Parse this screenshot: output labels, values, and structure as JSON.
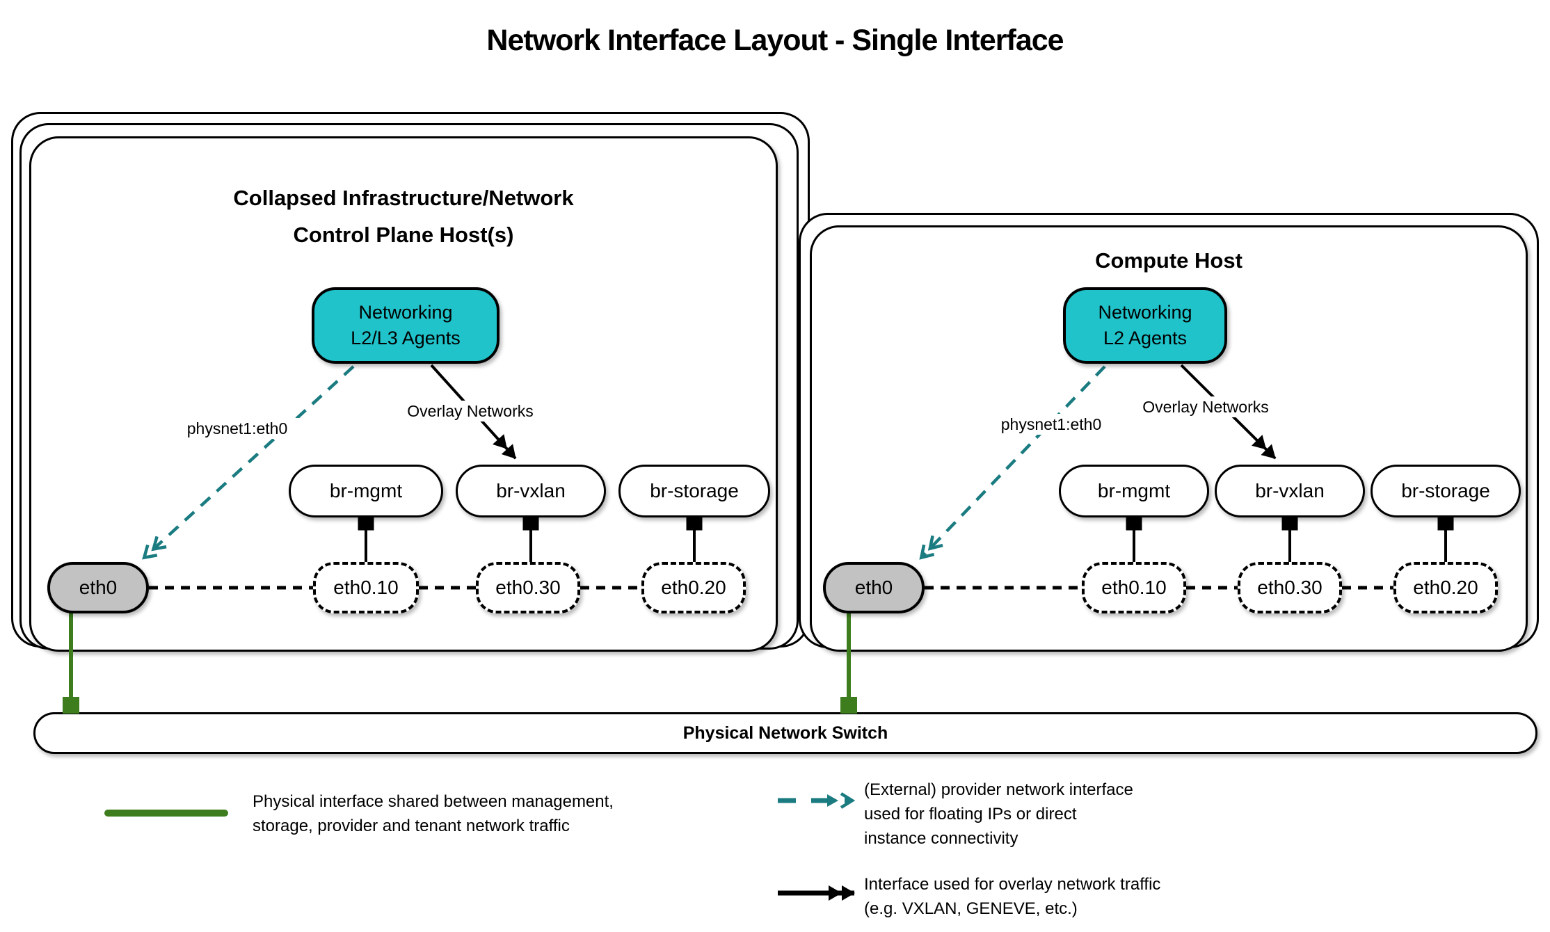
{
  "title": "Network Interface Layout - Single Interface",
  "colors": {
    "teal_fill": "#20c3ca",
    "teal_line": "#1a7b80",
    "green": "#3d7d1e",
    "gray_fill": "#c2c2c2"
  },
  "hosts": [
    {
      "title_line1": "Collapsed Infrastructure/Network",
      "title_line2": "Control Plane Host(s)",
      "agent_line1": "Networking",
      "agent_line2": "L2/L3 Agents",
      "provider_label": "physnet1:eth0",
      "overlay_label": "Overlay Networks",
      "bridges": [
        {
          "label": "br-mgmt"
        },
        {
          "label": "br-vxlan"
        },
        {
          "label": "br-storage"
        }
      ],
      "phys_interface": {
        "label": "eth0"
      },
      "subinterfaces": [
        {
          "label": "eth0.10"
        },
        {
          "label": "eth0.30"
        },
        {
          "label": "eth0.20"
        }
      ]
    },
    {
      "title_line1": "Compute Host",
      "agent_line1": "Networking",
      "agent_line2": "L2 Agents",
      "provider_label": "physnet1:eth0",
      "overlay_label": "Overlay Networks",
      "bridges": [
        {
          "label": "br-mgmt"
        },
        {
          "label": "br-vxlan"
        },
        {
          "label": "br-storage"
        }
      ],
      "phys_interface": {
        "label": "eth0"
      },
      "subinterfaces": [
        {
          "label": "eth0.10"
        },
        {
          "label": "eth0.30"
        },
        {
          "label": "eth0.20"
        }
      ]
    }
  ],
  "switch": {
    "label": "Physical Network Switch"
  },
  "legend": {
    "physical": {
      "lines": [
        "Physical interface shared between management,",
        "storage, provider and tenant network traffic"
      ]
    },
    "provider": {
      "lines": [
        "(External) provider network interface",
        "used for floating IPs or direct",
        "instance connectivity"
      ]
    },
    "overlay": {
      "lines": [
        "Interface used for overlay network traffic",
        "(e.g. VXLAN, GENEVE, etc.)"
      ]
    }
  }
}
